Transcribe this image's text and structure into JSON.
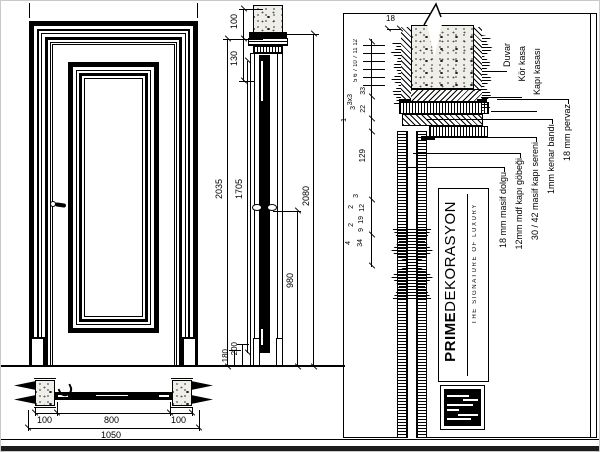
{
  "document": {
    "bg": "#ffffff",
    "ink": "#000000"
  },
  "side_view": {
    "dims": {
      "top_block_height": "100",
      "head_height": "130",
      "frame_height": "2035",
      "leaf_height": "1705",
      "overall_height": "2080",
      "handle_height": "980",
      "plinth_a": "180",
      "plinth_b": "200"
    }
  },
  "plan_view": {
    "dims": {
      "left_frame": "100",
      "leaf_width": "800",
      "right_frame": "100",
      "overall_width": "1050"
    }
  },
  "detail_view": {
    "dims": {
      "pervaz_width": "18",
      "profile_steps": "5 6 7 10 7 11 12",
      "left_dims": [
        "33",
        "3x3",
        "22",
        "3",
        "1",
        "129",
        "3",
        "12",
        "2",
        "19",
        "9",
        "2",
        "34",
        "4"
      ]
    },
    "labels": [
      "Duvar",
      "Kör kasa",
      "Kapı kasası",
      "18 mm pervaz",
      "1mm kenar bandı",
      "30 / 42 masif kapı sereni",
      "12mm mdf kapı göbeği",
      "18 mm masif dolgu"
    ]
  },
  "title_block": {
    "brand_bold": "PRIME",
    "brand_rest": "DEKORASYON",
    "tagline": "THE SIGNATURE OF LUXURY"
  }
}
